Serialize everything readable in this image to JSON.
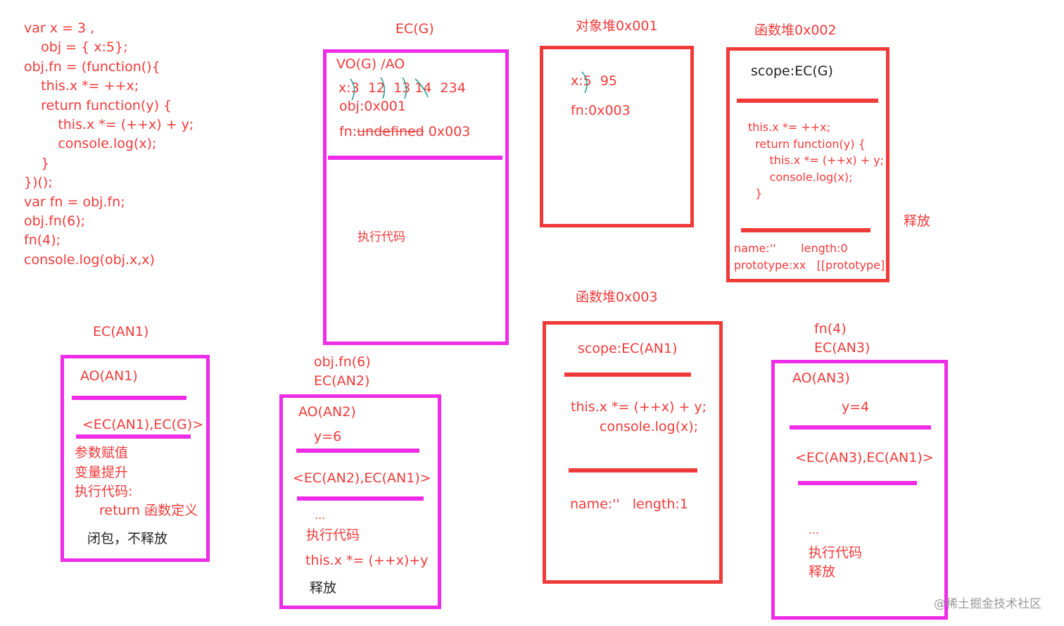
{
  "code_lines": [
    "var x = 3 ,",
    "    obj = { x:5};",
    "obj.fn = (function(){",
    "    this.x *= ++x;",
    "    return function(y) {",
    "        this.x *= (++x) + y;",
    "        console.log(x);",
    "    }",
    "})();",
    "var fn = obj.fn;",
    "obj.fn(6);",
    "fn(4);",
    "console.log(obj.x,x)"
  ],
  "ecg": {
    "title": "EC(G)",
    "vo_label": "VO(G) /AO",
    "x_row": "x:3  12  13 14  234",
    "obj_row": "obj:0x001",
    "fn_prefix": "fn:",
    "fn_old": "undefined",
    "fn_new": " 0x003",
    "exec_label": "执行代码"
  },
  "obj_heap": {
    "title": "对象堆0x001",
    "x_row": "x:5  95",
    "fn_row": "fn:0x003"
  },
  "fn_heap_002": {
    "title": "函数堆0x002",
    "scope": "scope:EC(G)",
    "code": [
      "this.x *= ++x;",
      "  return function(y) {",
      "      this.x *= (++x) + y;",
      "      console.log(x);",
      "  }"
    ],
    "props_row1": "name:''       length:0",
    "props_row2": "prototype:xx   [[prototype]]",
    "release_label": "释放"
  },
  "fn_heap_003": {
    "title": "函数堆0x003",
    "scope": "scope:EC(AN1)",
    "code_line1": "this.x *= (++x) + y;",
    "code_line2": "console.log(x);",
    "props": "name:''   length:1"
  },
  "ec_an1": {
    "title": "EC(AN1)",
    "ao": "AO(AN1)",
    "chain": "<EC(AN1),EC(G)>",
    "steps": [
      "参数赋值",
      "变量提升",
      "执行代码:"
    ],
    "return_line": "return 函数定义",
    "closure_note": "闭包，不释放"
  },
  "ec_an2": {
    "call": "obj.fn(6)",
    "title": "EC(AN2)",
    "ao": "AO(AN2)",
    "var": "y=6",
    "chain": "<EC(AN2),EC(AN1)>",
    "ellipsis": "...",
    "exec": "执行代码",
    "stmt": "this.x *= (++x)+y",
    "release": "释放"
  },
  "ec_an3": {
    "call": "fn(4)",
    "title": "EC(AN3)",
    "ao": "AO(AN3)",
    "var": "y=4",
    "chain": "<EC(AN3),EC(AN1)>",
    "ellipsis": "...",
    "exec": "执行代码",
    "release": "释放"
  },
  "watermark": "@稀土掘金技术社区",
  "colors": {
    "red": "#f03a3a",
    "magenta": "#ee2ce8",
    "teal": "#2a9d8f",
    "dark": "#222222"
  }
}
